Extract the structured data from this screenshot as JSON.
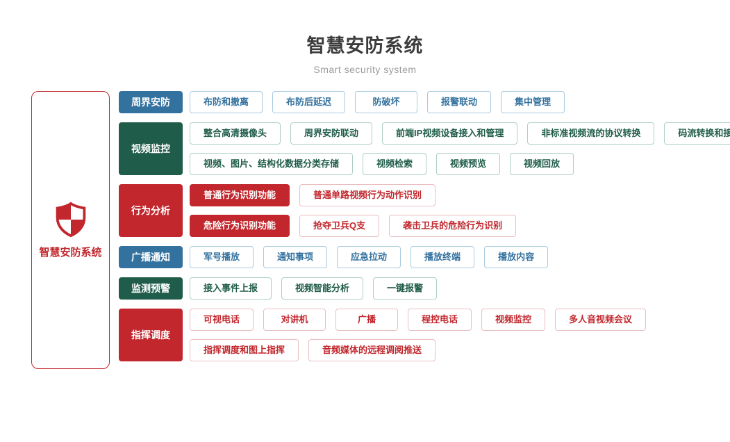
{
  "header": {
    "title": "智慧安防系统",
    "subtitle": "Smart security system"
  },
  "root": {
    "label": "智慧安防系统",
    "icon": "shield-icon"
  },
  "colors": {
    "blue": "#33719e",
    "green": "#1f5c49",
    "red": "#c1272d",
    "blue_border": "#a8c9e0",
    "green_border": "#aecfc4",
    "red_border": "#e9bec0",
    "title": "#3c3c3c",
    "subtitle": "#9b9b9b"
  },
  "groups": [
    {
      "label": "周界安防",
      "theme": "blue",
      "rows": [
        [
          {
            "label": "布防和撤离",
            "variant": "outline"
          },
          {
            "label": "布防后延迟",
            "variant": "outline"
          },
          {
            "label": "防破坏",
            "variant": "outline"
          },
          {
            "label": "报警联动",
            "variant": "outline"
          },
          {
            "label": "集中管理",
            "variant": "outline"
          }
        ]
      ]
    },
    {
      "label": "视频监控",
      "theme": "green",
      "rows": [
        [
          {
            "label": "整合高清摄像头",
            "variant": "outline"
          },
          {
            "label": "周界安防联动",
            "variant": "outline"
          },
          {
            "label": "前端IP视频设备接入和管理",
            "variant": "outline"
          },
          {
            "label": "非标准视频流的协议转换",
            "variant": "outline"
          },
          {
            "label": "码流转换和接口转换",
            "variant": "outline"
          }
        ],
        [
          {
            "label": "视频、图片、结构化数据分类存储",
            "variant": "outline"
          },
          {
            "label": "视频检索",
            "variant": "outline"
          },
          {
            "label": "视频预览",
            "variant": "outline"
          },
          {
            "label": "视频回放",
            "variant": "outline"
          }
        ]
      ]
    },
    {
      "label": "行为分析",
      "theme": "red",
      "rows": [
        [
          {
            "label": "普通行为识别功能",
            "variant": "solid"
          },
          {
            "label": "普通单路视频行为动作识别",
            "variant": "outline"
          }
        ],
        [
          {
            "label": "危险行为识别功能",
            "variant": "solid"
          },
          {
            "label": "抢夺卫兵Q支",
            "variant": "outline"
          },
          {
            "label": "袭击卫兵的危险行为识别",
            "variant": "outline"
          }
        ]
      ]
    },
    {
      "label": "广播通知",
      "theme": "blue",
      "rows": [
        [
          {
            "label": "军号播放",
            "variant": "outline"
          },
          {
            "label": "通知事项",
            "variant": "outline"
          },
          {
            "label": "应急拉动",
            "variant": "outline"
          },
          {
            "label": "播放终端",
            "variant": "outline"
          },
          {
            "label": "播放内容",
            "variant": "outline"
          }
        ]
      ]
    },
    {
      "label": "监测预警",
      "theme": "green",
      "rows": [
        [
          {
            "label": "接入事件上报",
            "variant": "outline"
          },
          {
            "label": "视频智能分析",
            "variant": "outline"
          },
          {
            "label": "一键报警",
            "variant": "outline"
          }
        ]
      ]
    },
    {
      "label": "指挥调度",
      "theme": "red",
      "rows": [
        [
          {
            "label": "可视电话",
            "variant": "outline"
          },
          {
            "label": "对讲机",
            "variant": "outline"
          },
          {
            "label": "广播",
            "variant": "outline"
          },
          {
            "label": "程控电话",
            "variant": "outline"
          },
          {
            "label": "视频监控",
            "variant": "outline"
          },
          {
            "label": "多人音视频会议",
            "variant": "outline"
          }
        ],
        [
          {
            "label": "指挥调度和图上指挥",
            "variant": "outline"
          },
          {
            "label": "音频媒体的远程调阅推送",
            "variant": "outline"
          }
        ]
      ]
    }
  ]
}
